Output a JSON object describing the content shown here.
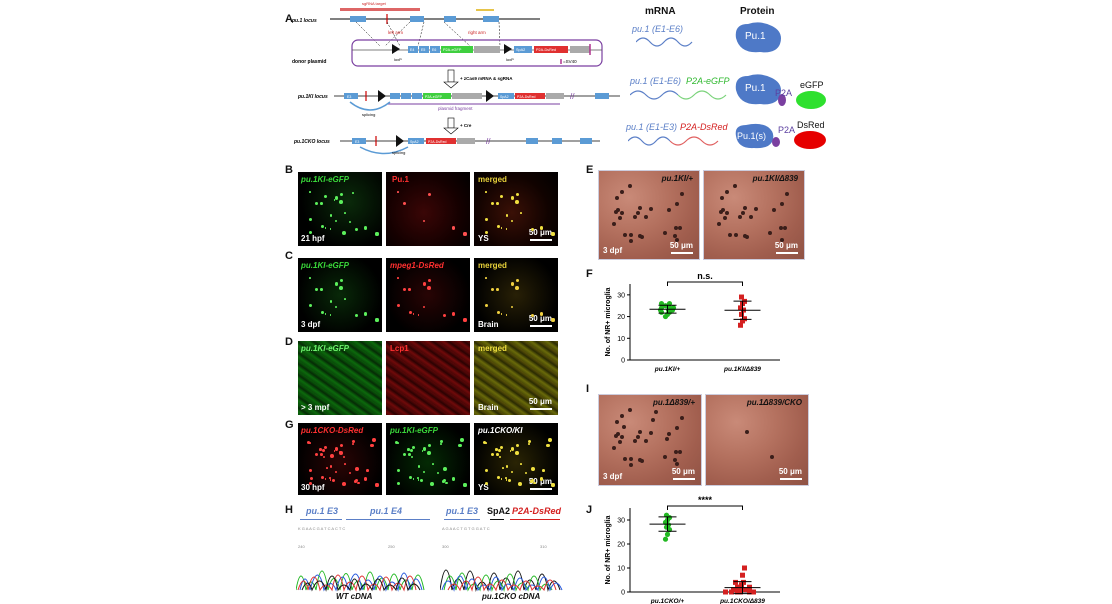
{
  "panel_letters": [
    "A",
    "B",
    "C",
    "D",
    "E",
    "F",
    "G",
    "H",
    "I",
    "J"
  ],
  "panelA": {
    "sgRNA_label": "sgRNA target",
    "locus_wt": "pu.1 locus",
    "donor_label": "donor plasmid",
    "left_arm": "left arm",
    "right_arm": "right arm",
    "loxp": "loxP",
    "sv40": "=SV40",
    "elements": {
      "e4": "E4",
      "e5": "E5",
      "e6": "E6",
      "p2a_egfp": "P2A-eGFP",
      "spa2": "SpA2",
      "p2a_dsred": "P2A-DsRed",
      "e3": "E3"
    },
    "step1": "+ zCas9 mRNA & sgRNA",
    "locus_ki": "pu.1KI locus",
    "plasmid_fragment": "plasmid fragment",
    "splicing": "splicing",
    "step2": "+ Cre",
    "locus_cko": "pu.1CKO locus",
    "mrna_header": "mRNA",
    "protein_header": "Protein",
    "mrna1": "pu.1 (E1-E6)",
    "mrna2": "pu.1 (E1-E6)",
    "mrna2_suffix": "P2A-eGFP",
    "mrna3": "pu.1 (E1-E3)",
    "mrna3_suffix": "P2A-DsRed",
    "prot1": "Pu.1",
    "prot2": "Pu.1",
    "prot2_p2a": "P2A",
    "prot2_egfp": "eGFP",
    "prot3": "Pu.1(s)",
    "prot3_p2a": "P2A",
    "prot3_dsred": "DsRed"
  },
  "panelB": {
    "c1": "pu.1KI-eGFP",
    "c2": "Pu.1",
    "c3": "merged",
    "stage": "21 hpf",
    "region": "YS",
    "scale": "50 μm"
  },
  "panelC": {
    "c1": "pu.1KI-eGFP",
    "c2": "mpeg1-DsRed",
    "c3": "merged",
    "stage": "3 dpf",
    "region": "Brain",
    "scale": "50 μm"
  },
  "panelD": {
    "c1": "pu.1KI-eGFP",
    "c2": "Lcp1",
    "c3": "merged",
    "stage": "> 3 mpf",
    "region": "Brain",
    "scale": "50 μm"
  },
  "panelG": {
    "c1": "pu.1CKO-DsRed",
    "c2": "pu.1KI-eGFP",
    "c3": "pu.1CKO/KI",
    "stage": "30 hpf",
    "region": "YS",
    "scale": "50 μm"
  },
  "panelE": {
    "img1": "pu.1KI/+",
    "img2": "pu.1KI/Δ839",
    "stage": "3 dpf",
    "scale": "50 μm"
  },
  "panelI": {
    "img1": "pu.1Δ839/+",
    "img2": "pu.1Δ839/CKO",
    "stage": "3 dpf",
    "scale": "50 μm"
  },
  "panelH": {
    "left_e3": "pu.1 E3",
    "left_e4": "pu.1 E4",
    "left_caption": "WT cDNA",
    "right_e3": "pu.1 E3",
    "right_spa2": "SpA2",
    "right_p2a": "P2A-DsRed",
    "right_caption": "pu.1CKO cDNA",
    "left_ticks": [
      "240",
      "250"
    ],
    "right_ticks": [
      "300",
      "310"
    ]
  },
  "chart_data": [
    {
      "type": "scatter",
      "panel": "F",
      "ylabel": "No. of NR+ microglia",
      "ylim": [
        0,
        35
      ],
      "yticks": [
        0,
        10,
        20,
        30
      ],
      "categories": [
        "pu.1KI/+",
        "pu.1KI/Δ839"
      ],
      "significance": "n.s.",
      "series": [
        {
          "category": "pu.1KI/+",
          "color": "#22b822",
          "values": [
            20,
            21,
            22,
            22,
            23,
            23,
            23,
            24,
            24,
            24,
            25,
            25,
            26,
            26
          ],
          "mean": 23.4,
          "sd": 1.8
        },
        {
          "category": "pu.1KI/Δ839",
          "color": "#d42020",
          "values": [
            16,
            18,
            19,
            21,
            23,
            24,
            26,
            27,
            29
          ],
          "mean": 22.9,
          "sd": 4.2
        }
      ]
    },
    {
      "type": "scatter",
      "panel": "J",
      "ylabel": "No. of NR+ microglia",
      "ylim": [
        0,
        35
      ],
      "yticks": [
        0,
        10,
        20,
        30
      ],
      "categories": [
        "pu.1CKO/+",
        "pu.1CKO/Δ839"
      ],
      "significance": "****",
      "series": [
        {
          "category": "pu.1CKO/+",
          "color": "#22b822",
          "values": [
            22,
            24,
            26,
            27,
            28,
            29,
            30,
            31,
            32
          ],
          "mean": 28.3,
          "sd": 3.0
        },
        {
          "category": "pu.1CKO/Δ839",
          "color": "#d42020",
          "values": [
            0,
            0,
            0,
            0,
            0,
            0,
            1,
            1,
            1,
            1,
            2,
            2,
            2,
            3,
            4,
            4,
            7,
            10
          ],
          "mean": 1.8,
          "sd": 2.5
        }
      ]
    }
  ]
}
